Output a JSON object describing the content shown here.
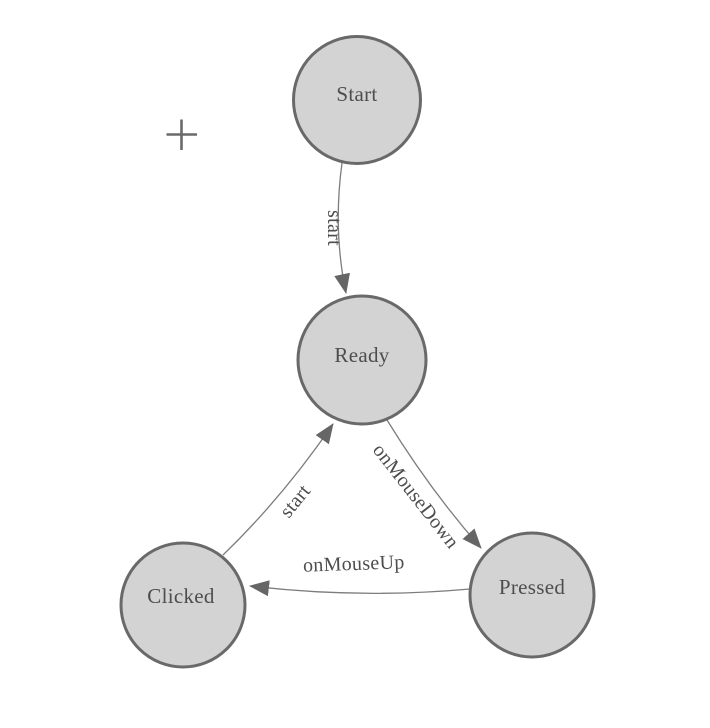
{
  "diagram": {
    "type": "state-machine",
    "background": "#ffffff",
    "palette": {
      "node_fill": "#d3d3d3",
      "node_stroke": "#696969",
      "edge_stroke": "#7d7d7d",
      "arrowhead_fill": "#666666",
      "label_color": "#4d4d4d",
      "cursor_color": "#6a6a6a"
    },
    "nodes": [
      {
        "id": "start",
        "label": "Start"
      },
      {
        "id": "ready",
        "label": "Ready"
      },
      {
        "id": "clicked",
        "label": "Clicked"
      },
      {
        "id": "pressed",
        "label": "Pressed"
      }
    ],
    "edges": [
      {
        "from": "Start",
        "to": "Ready",
        "label": "start"
      },
      {
        "from": "Clicked",
        "to": "Ready",
        "label": "start"
      },
      {
        "from": "Ready",
        "to": "Pressed",
        "label": "onMouseDown"
      },
      {
        "from": "Pressed",
        "to": "Clicked",
        "label": "onMouseUp"
      }
    ],
    "cursor": {
      "type": "plus-crosshair"
    }
  }
}
